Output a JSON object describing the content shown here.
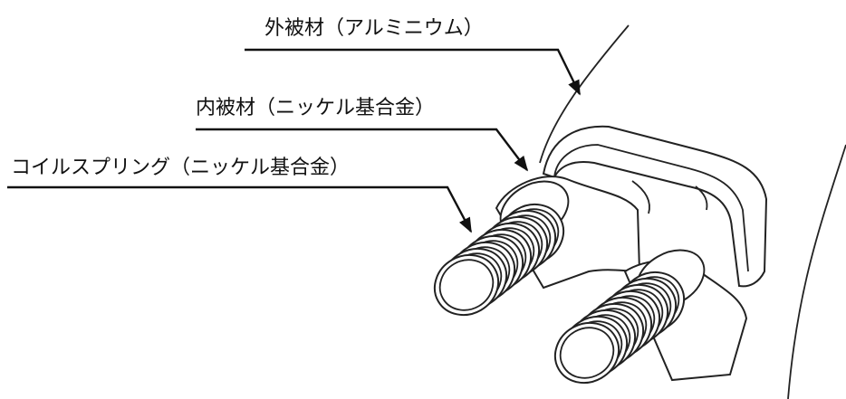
{
  "labels": {
    "outer_sheath": "外被材（アルミニウム）",
    "inner_sheath": "内被材（ニッケル基合金）",
    "coil_spring": "コイルスプリング（ニッケル基合金）"
  }
}
